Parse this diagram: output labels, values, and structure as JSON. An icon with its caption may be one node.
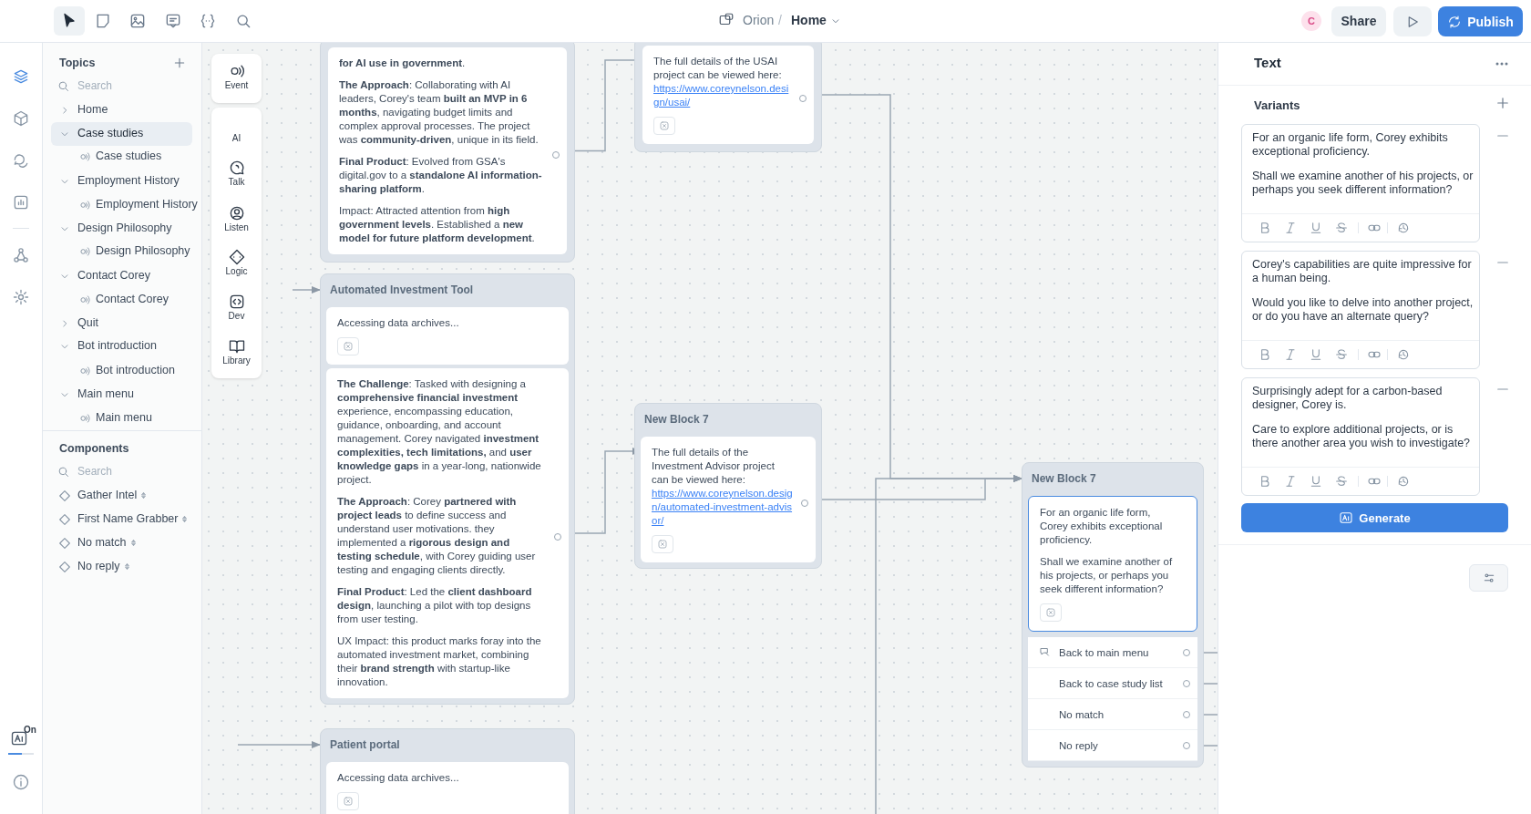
{
  "diagram": {
    "nodes": [
      {
        "text": [
          "**for AI use in government**.",
          "**The Approach**: Collaborating with AI leaders, Corey's team **built an MVP in 6 months**, navigating budget limits and complex approval processes. The project was **community-driven**, unique in its field.",
          "**Final Product**: Evolved from GSA's digital.gov to a **standalone AI information-sharing platform**.",
          "Impact: Attracted attention from **high government levels**. Established a **new model for future platform development**."
        ]
      },
      {
        "text": [
          "The full details of the USAI project can be viewed here:",
          "https://www.coreynelson.design/usai/"
        ]
      },
      {
        "text": [
          "Automated Investment Tool"
        ]
      },
      {
        "text": [
          "Accessing data archives..."
        ],
        "in": 2
      },
      {
        "text": [
          "**The Challenge**: Tasked with designing a **comprehensive financial investment** experience, encompassing education, guidance, onboarding, and account management. Corey navigated **investment complexities, tech limitations,** and **user knowledge gaps** in a year-long, nationwide project.",
          "**The Approach**: Corey **partnered with project leads** to define success and understand user motivations. they implemented a **rigorous design and testing schedule**, with Corey guiding user testing and engaging clients directly.",
          "**Final Product**: Led the **client dashboard design**, launching a pilot with top designs from user testing.",
          "UX Impact: this product marks foray into the automated investment market, combining their **brand strength** with startup-like innovation."
        ],
        "in": 2
      },
      {
        "text": [
          "New Block 7"
        ]
      },
      {
        "text": [
          "The full details of the Investment Advisor project can be viewed here:",
          "https://www.coreynelson.design/automated-investment-advisor/"
        ],
        "in": 5
      },
      {
        "text": [
          "New Block 7"
        ]
      },
      {
        "text": [
          "For an organic life form, Corey exhibits exceptional proficiency.",
          "Shall we examine another of his projects, or perhaps you seek different information?"
        ],
        "in": 7
      },
      {
        "text": [
          "Back to main menu"
        ],
        "in": 7
      },
      {
        "text": [
          "Back to case study list"
        ],
        "in": 7
      },
      {
        "text": [
          "No match"
        ],
        "in": 7
      },
      {
        "text": [
          "No reply"
        ],
        "in": 7
      },
      {
        "text": [
          "Patient portal"
        ]
      },
      {
        "text": [
          "Accessing data archives..."
        ],
        "in": 13
      }
    ],
    "edges": [
      {
        "from": 0,
        "to": 1,
        "arrow": "to"
      },
      {
        "from": 4,
        "to": 6,
        "arrow": "to"
      },
      {
        "from": 1,
        "to": 7,
        "arrow": "to"
      },
      {
        "from": 6,
        "to": 7,
        "arrow": "to"
      },
      {
        "from": null,
        "to": 7,
        "arrow": "to"
      },
      {
        "from": null,
        "to": 2,
        "arrow": "to"
      },
      {
        "from": null,
        "to": 13,
        "arrow": "to"
      },
      {
        "from": 9,
        "to": null,
        "arrow": "none"
      },
      {
        "from": 10,
        "to": null,
        "arrow": "none"
      },
      {
        "from": 11,
        "to": null,
        "arrow": "none"
      },
      {
        "from": 12,
        "to": null,
        "arrow": "none"
      }
    ],
    "labels": [
      "Orion",
      "/",
      "Home",
      "C",
      "Share",
      "Publish",
      "Topics",
      "Search",
      "Home",
      "Case studies",
      "Case studies",
      "Employment History",
      "Employment History",
      "Design Philosophy",
      "Design Philosophy",
      "Contact Corey",
      "Contact Corey",
      "Quit",
      "Bot introduction",
      "Bot introduction",
      "Main menu",
      "Main menu",
      "Components",
      "Search",
      "Gather Intel",
      "First Name Grabber",
      "No match",
      "No reply",
      "On",
      "Event",
      "AI",
      "Talk",
      "Listen",
      "Logic",
      "Dev",
      "Library",
      "Text",
      "Variants",
      "For an organic life form, Corey exhibits exceptional proficiency.",
      "Shall we examine another of his projects, or perhaps you seek different information?",
      "Corey's capabilities are quite impressive for a human being.",
      "Would you like to delve into another project, or do you have an alternate query?",
      "Surprisingly adept for a carbon-based designer, Corey is.",
      "Care to explore additional projects, or is there another area you wish to investigate?",
      "Generate"
    ]
  }
}
